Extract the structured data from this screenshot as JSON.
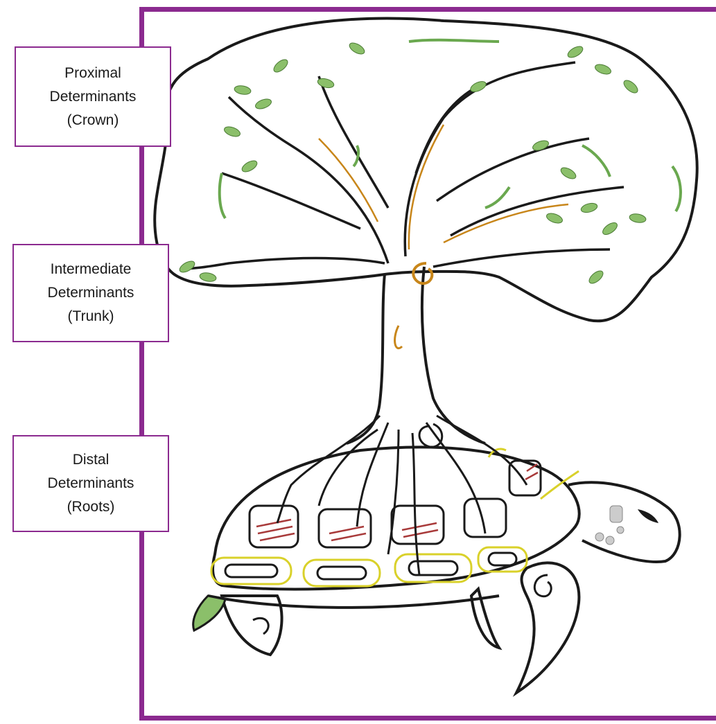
{
  "labels": {
    "crown": {
      "line1": "Proximal",
      "line2": "Determinants",
      "line3": "(Crown)"
    },
    "trunk": {
      "line1": "Intermediate",
      "line2": "Determinants",
      "line3": "(Trunk)"
    },
    "roots": {
      "line1": "Distal",
      "line2": "Determinants",
      "line3": "(Roots)"
    }
  },
  "colors": {
    "frame": "#8b2a8f",
    "leaf": "#6aa84f",
    "line": "#1a1a1a",
    "accent_yellow": "#d9d12a",
    "accent_red": "#a83a3a",
    "accent_orange": "#c8861a"
  },
  "illustration": {
    "subject": "tree-growing-from-turtle-shell"
  }
}
